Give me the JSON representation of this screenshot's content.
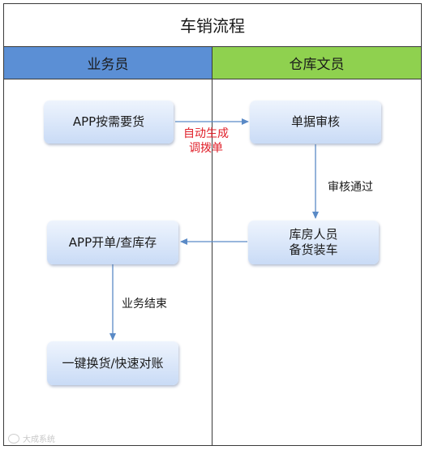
{
  "title": "车销流程",
  "lanes": [
    {
      "label": "业务员",
      "color": "#5b8fd5"
    },
    {
      "label": "仓库文员",
      "color": "#8fd14f"
    }
  ],
  "nodes": {
    "app_order": "APP按需要货",
    "doc_review": "单据审核",
    "warehouse_staff_line1": "库房人员",
    "warehouse_staff_line2": "备货装车",
    "app_open": "APP开单/查库存",
    "swap_reconcile": "一键换货/快速对账"
  },
  "edges": {
    "auto_generate_line1": "自动生成",
    "auto_generate_line2": "调拨单",
    "review_passed": "审核通过",
    "business_end": "业务结束"
  },
  "colors": {
    "arrow": "#5a8ac6",
    "accent_red": "#e0202a"
  },
  "watermark": "大成系统"
}
